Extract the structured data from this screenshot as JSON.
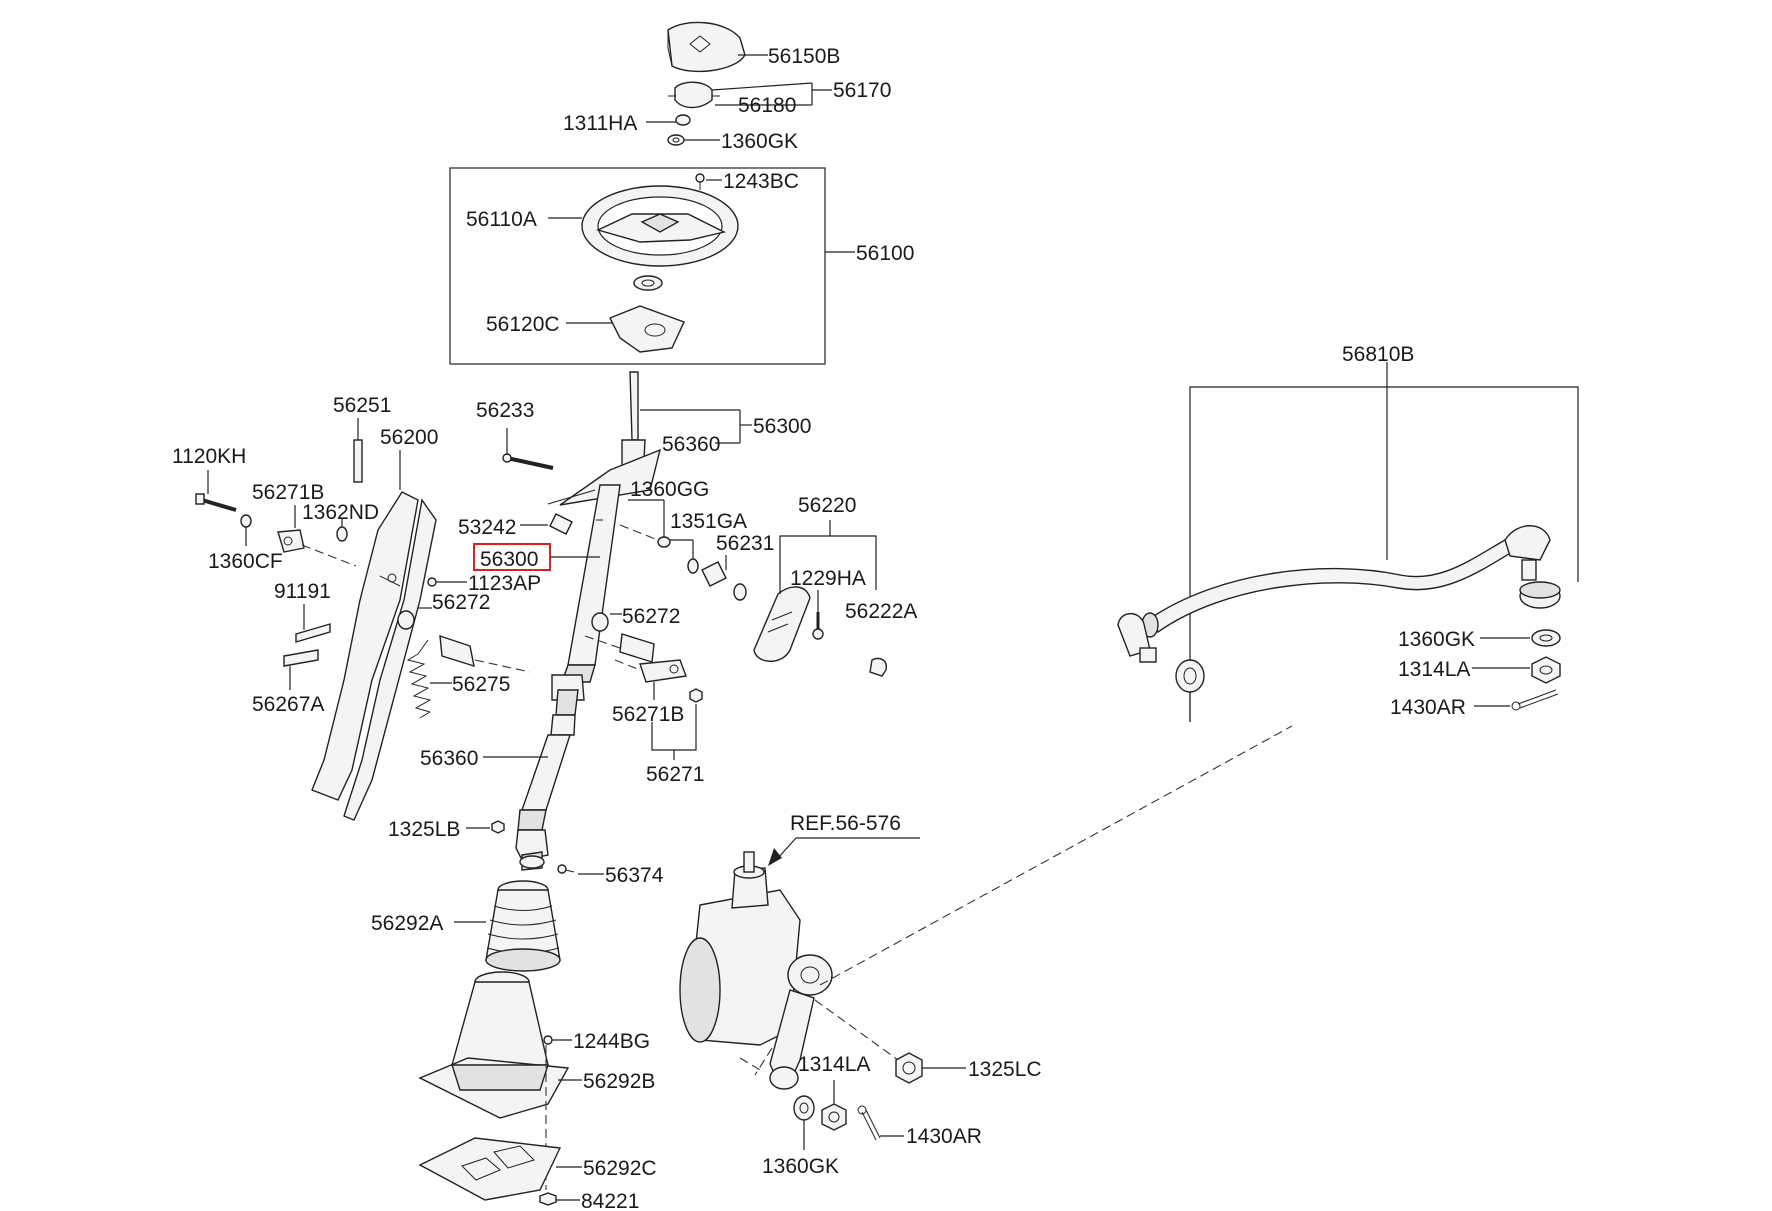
{
  "labels": {
    "p56150B": "56150B",
    "p56170": "56170",
    "p56180": "56180",
    "p1311HA": "1311HA",
    "p1360GK_top": "1360GK",
    "p1243BC": "1243BC",
    "p56110A": "56110A",
    "p56100": "56100",
    "p56120C": "56120C",
    "p56251": "56251",
    "p56200": "56200",
    "p56233": "56233",
    "p56300_top": "56300",
    "p56360_top": "56360",
    "p1120KH": "1120KH",
    "p56271B_left": "56271B",
    "p1362ND": "1362ND",
    "p1360GG": "1360GG",
    "p53242": "53242",
    "p1351GA": "1351GA",
    "p56220": "56220",
    "p1360CF": "1360CF",
    "p56300_hl": "56300",
    "p56231": "56231",
    "p1123AP": "1123AP",
    "p1229HA": "1229HA",
    "p56222A": "56222A",
    "p91191": "91191",
    "p56272_left": "56272",
    "p56272_right": "56272",
    "p56275": "56275",
    "p56267A": "56267A",
    "p56271B_right": "56271B",
    "p56360_mid": "56360",
    "p56271": "56271",
    "p1325LB": "1325LB",
    "pREF": "REF.56-576",
    "p56374": "56374",
    "p56292A": "56292A",
    "p1244BG": "1244BG",
    "p56292B": "56292B",
    "p1314LA_mid": "1314LA",
    "p1325LC": "1325LC",
    "p1430AR_mid": "1430AR",
    "p56292C": "56292C",
    "p1360GK_mid": "1360GK",
    "p84221": "84221",
    "p56810B": "56810B",
    "p1360GK_right": "1360GK",
    "p1314LA_right": "1314LA",
    "p1430AR_right": "1430AR"
  }
}
